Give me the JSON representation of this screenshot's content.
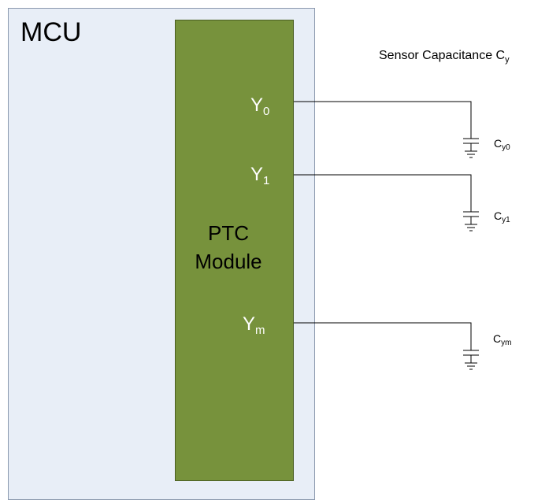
{
  "mcu": {
    "title": "MCU"
  },
  "ptc": {
    "line1": "PTC",
    "line2": "Module"
  },
  "pins": [
    {
      "base": "Y",
      "sub": "0"
    },
    {
      "base": "Y",
      "sub": "1"
    },
    {
      "base": "Y",
      "sub": "m"
    }
  ],
  "sensor": {
    "title": "Sensor Capacitance C",
    "title_sub": "y"
  },
  "capacitors": [
    {
      "base": "C",
      "sub": "y0"
    },
    {
      "base": "C",
      "sub": "y1"
    },
    {
      "base": "C",
      "sub": "ym"
    }
  ],
  "colors": {
    "mcu_fill": "#e8eef7",
    "ptc_fill": "#77923c",
    "wire": "#000000"
  }
}
